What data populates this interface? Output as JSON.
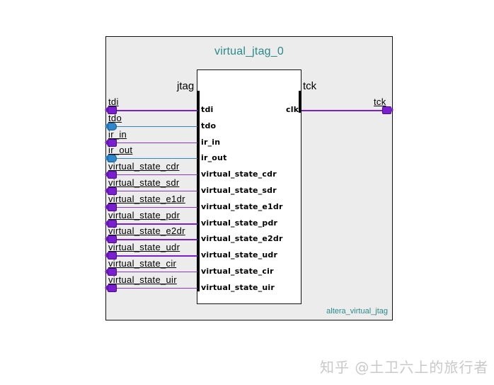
{
  "diagram": {
    "instance_name": "virtual_jtag_0",
    "entity_name": "altera_virtual_jtag",
    "left_group_label": "jtag",
    "right_group_label": "tck",
    "left_ports": [
      {
        "external": "tdi",
        "internal": "tdi",
        "direction": "in",
        "color": "#7a1fd0"
      },
      {
        "external": "tdo",
        "internal": "tdo",
        "direction": "out",
        "color": "#2f86c8"
      },
      {
        "external": "ir_in",
        "internal": "ir_in",
        "direction": "in",
        "color": "#8a38c8"
      },
      {
        "external": "ir_out",
        "internal": "ir_out",
        "direction": "out",
        "color": "#2f86c8"
      },
      {
        "external": "virtual_state_cdr",
        "internal": "virtual_state_cdr",
        "direction": "in",
        "color": "#8a38c8"
      },
      {
        "external": "virtual_state_sdr",
        "internal": "virtual_state_sdr",
        "direction": "in",
        "color": "#8a38c8"
      },
      {
        "external": "virtual_state_e1dr",
        "internal": "virtual_state_e1dr",
        "direction": "in",
        "color": "#8a38c8"
      },
      {
        "external": "virtual_state_pdr",
        "internal": "virtual_state_pdr",
        "direction": "in",
        "color": "#7a1fd0"
      },
      {
        "external": "virtual_state_e2dr",
        "internal": "virtual_state_e2dr",
        "direction": "in",
        "color": "#7a1fd0"
      },
      {
        "external": "virtual_state_udr",
        "internal": "virtual_state_udr",
        "direction": "in",
        "color": "#7a1fd0"
      },
      {
        "external": "virtual_state_cir",
        "internal": "virtual_state_cir",
        "direction": "in",
        "color": "#8a38c8"
      },
      {
        "external": "virtual_state_uir",
        "internal": "virtual_state_uir",
        "direction": "in",
        "color": "#8a38c8"
      }
    ],
    "right_ports": [
      {
        "external": "tck",
        "internal": "clk",
        "direction": "in",
        "color": "#7a1fd0"
      }
    ]
  },
  "watermark": "知乎 @土卫六上的旅行者"
}
